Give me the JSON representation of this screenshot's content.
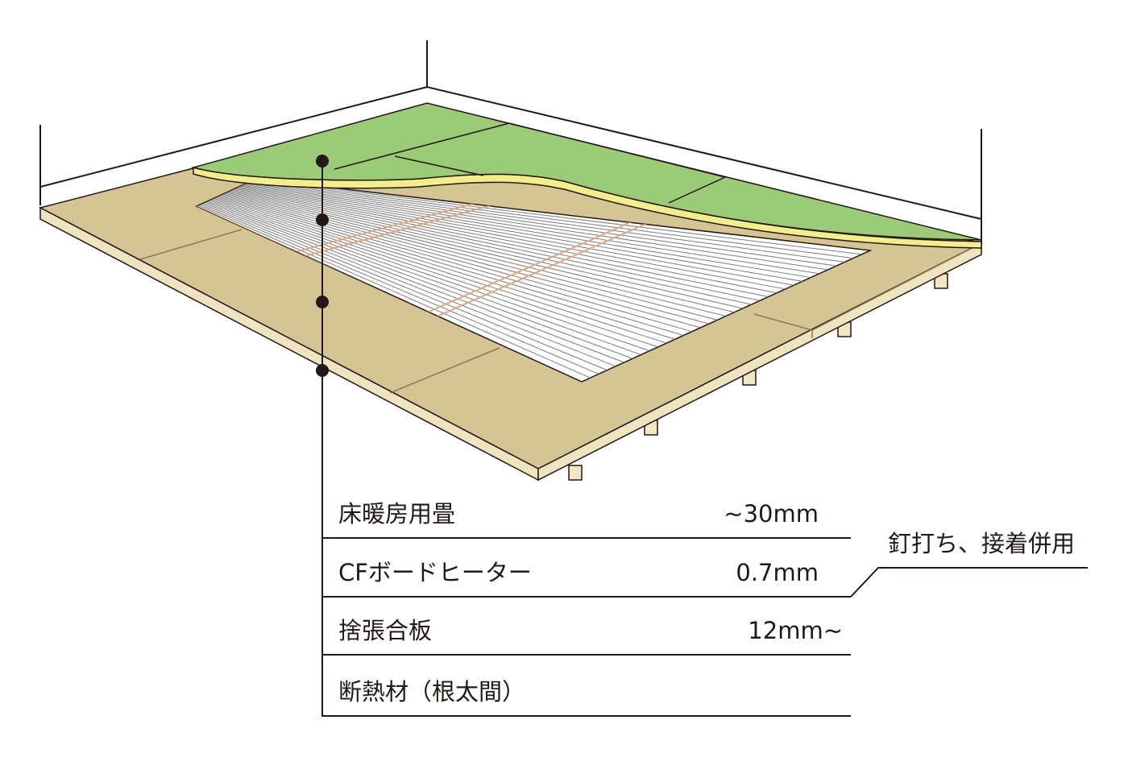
{
  "layers": [
    {
      "name": "床暖房用畳",
      "thickness": "~30mm"
    },
    {
      "name": "CFボードヒーター",
      "thickness": "0.7mm"
    },
    {
      "name": "捨張合板",
      "thickness": "12mm~"
    },
    {
      "name": "断熱材（根太間）",
      "thickness": ""
    }
  ],
  "note": "釘打ち、接着併用",
  "colors": {
    "tatami": "#9ccb78",
    "tatami_edge": "#f3ed8c",
    "plywood": "#d6c594",
    "plywood_edge": "#efe4bf",
    "heater": "#ffffff",
    "heater_stripe": "#e3a882",
    "line": "#231815"
  }
}
